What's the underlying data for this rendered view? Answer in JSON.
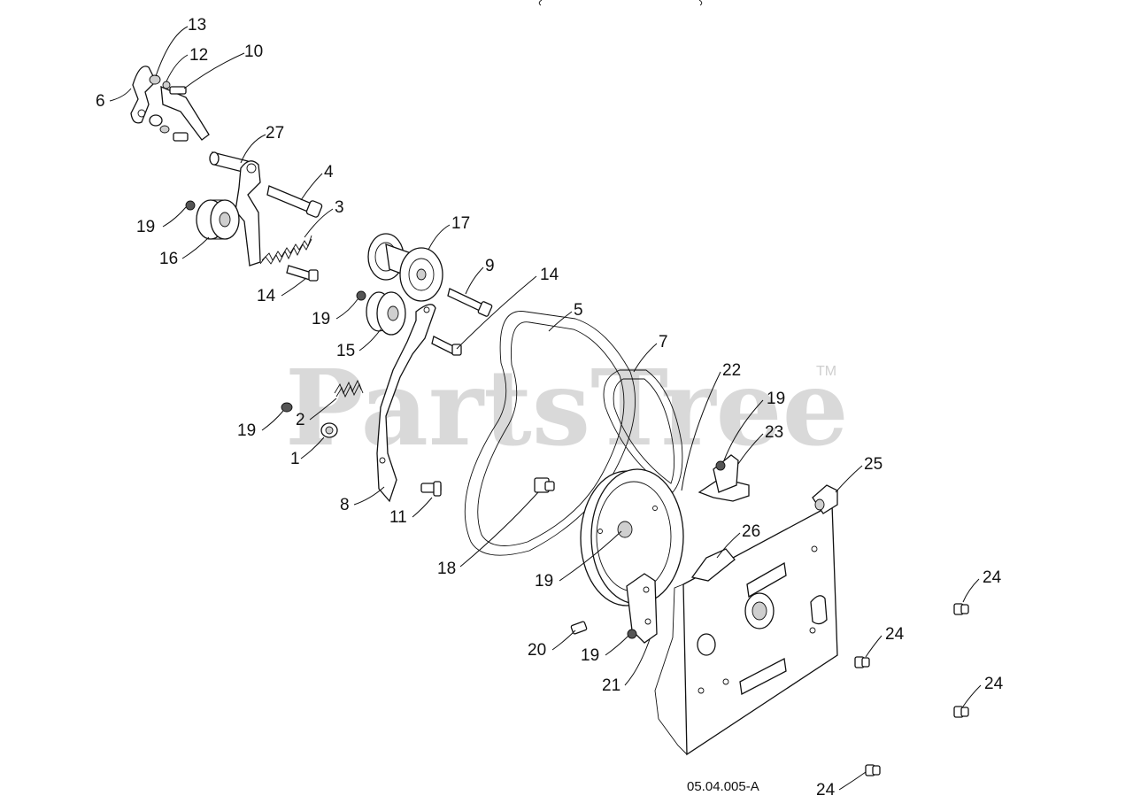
{
  "watermark": {
    "text": "PartsTree",
    "tm": "TM"
  },
  "drawing_code": "05.04.005-A",
  "callouts": [
    {
      "id": "c13",
      "label": "13"
    },
    {
      "id": "c12",
      "label": "12"
    },
    {
      "id": "c10",
      "label": "10"
    },
    {
      "id": "c6",
      "label": "6"
    },
    {
      "id": "c27",
      "label": "27"
    },
    {
      "id": "c4",
      "label": "4"
    },
    {
      "id": "c3",
      "label": "3"
    },
    {
      "id": "c19a",
      "label": "19"
    },
    {
      "id": "c16",
      "label": "16"
    },
    {
      "id": "c17",
      "label": "17"
    },
    {
      "id": "c14a",
      "label": "14"
    },
    {
      "id": "c9",
      "label": "9"
    },
    {
      "id": "c14b",
      "label": "14"
    },
    {
      "id": "c19b",
      "label": "19"
    },
    {
      "id": "c15",
      "label": "15"
    },
    {
      "id": "c5",
      "label": "5"
    },
    {
      "id": "c7",
      "label": "7"
    },
    {
      "id": "c22",
      "label": "22"
    },
    {
      "id": "c19c",
      "label": "19"
    },
    {
      "id": "c2",
      "label": "2"
    },
    {
      "id": "c19d",
      "label": "19"
    },
    {
      "id": "c23",
      "label": "23"
    },
    {
      "id": "c1",
      "label": "1"
    },
    {
      "id": "c25",
      "label": "25"
    },
    {
      "id": "c8",
      "label": "8"
    },
    {
      "id": "c11",
      "label": "11"
    },
    {
      "id": "c26",
      "label": "26"
    },
    {
      "id": "c18",
      "label": "18"
    },
    {
      "id": "c24a",
      "label": "24"
    },
    {
      "id": "c19e",
      "label": "19"
    },
    {
      "id": "c24b",
      "label": "24"
    },
    {
      "id": "c20",
      "label": "20"
    },
    {
      "id": "c19f",
      "label": "19"
    },
    {
      "id": "c24c",
      "label": "24"
    },
    {
      "id": "c21",
      "label": "21"
    },
    {
      "id": "c24d",
      "label": "24"
    }
  ]
}
